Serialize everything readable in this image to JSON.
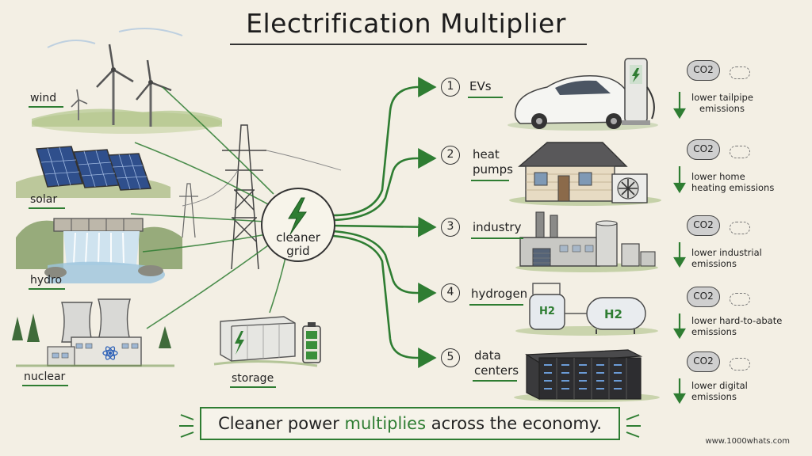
{
  "title": "Electrification Multiplier",
  "hub": {
    "line1": "cleaner",
    "line2": "grid",
    "icon": "lightning-bolt-icon"
  },
  "sources": [
    {
      "label": "wind"
    },
    {
      "label": "solar"
    },
    {
      "label": "hydro"
    },
    {
      "label": "nuclear"
    },
    {
      "label": "storage"
    }
  ],
  "destinations": [
    {
      "num": "1",
      "line1": "EVs",
      "line2": "",
      "effect1": "lower tailpipe",
      "effect2": "emissions"
    },
    {
      "num": "2",
      "line1": "heat",
      "line2": "pumps",
      "effect1": "lower home",
      "effect2": "heating emissions"
    },
    {
      "num": "3",
      "line1": "industry",
      "line2": "",
      "effect1": "lower industrial",
      "effect2": "emissions"
    },
    {
      "num": "4",
      "line1": "hydrogen",
      "line2": "",
      "effect1": "lower hard-to-abate",
      "effect2": "emissions"
    },
    {
      "num": "5",
      "line1": "data",
      "line2": "centers",
      "effect1": "lower digital",
      "effect2": "emissions"
    }
  ],
  "co2_label": "CO2",
  "h2_label": "H2",
  "tagline": {
    "pre": "Cleaner power ",
    "accent": "multiplies",
    "post": " across the economy."
  },
  "footer": "www.1000whats.com",
  "colors": {
    "background": "#f3efe4",
    "accent_green": "#2e7d32",
    "ink": "#222222"
  }
}
